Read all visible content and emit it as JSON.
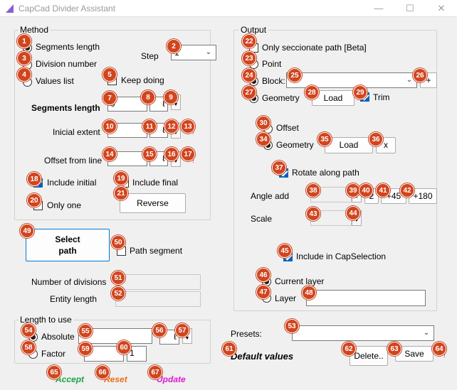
{
  "window": {
    "title": "CapCad Divider Assistant",
    "minimize": "—",
    "maximize": "☐",
    "close": "✕"
  },
  "method": {
    "title": "Method",
    "segments_length": "Segments length",
    "division_number": "Division number",
    "values_list": "Values list",
    "step_label": "Step",
    "step_value": "1",
    "keep_doing": "Keep doing",
    "segments_length_label": "Segments length",
    "segments_length_value": "0",
    "unit_l": "ℓ",
    "inicial_extent": "Inicial extent",
    "offset_from_line": "Offset from line",
    "include_initial": "Include initial",
    "include_final": "Include final",
    "only_one": "Only one",
    "reverse": "Reverse"
  },
  "output": {
    "title": "Output",
    "only_seccionate": "Only seccionate path [Beta]",
    "point": "Point",
    "block": "Block:",
    "block_plus": "+",
    "geometry": "Geometry",
    "load": "Load",
    "trim": "Trim",
    "offset": "Offset",
    "offset_geometry": "Geometry",
    "offset_load": "Load",
    "offset_x": "x",
    "rotate_along_path": "Rotate along path",
    "angle_add": "Angle add",
    "angle_2": "2",
    "angle_45": "+45",
    "angle_180": "+180",
    "scale": "Scale",
    "include_capselection": "Include in CapSelection",
    "current_layer": "Current layer",
    "layer": "Layer"
  },
  "select_path": "Select path",
  "path_segment": "Path segment",
  "number_of_divisions": "Number of divisions",
  "entity_length": "Entity length",
  "length_to_use": {
    "title": "Length to use",
    "absolute": "Absolute",
    "factor": "Factor",
    "factor_value": "1",
    "unit_l": "ℓ"
  },
  "presets": {
    "label": "Presets:",
    "default_values": "Default values",
    "delete": "Delete..",
    "save": "Save"
  },
  "footer": {
    "accept": "Accept",
    "reset": "Reset",
    "update": "Update"
  },
  "badges": [
    "1",
    "2",
    "3",
    "4",
    "5",
    "6",
    "7",
    "8",
    "9",
    "10",
    "11",
    "12",
    "13",
    "14",
    "15",
    "16",
    "17",
    "18",
    "19",
    "20",
    "21",
    "22",
    "23",
    "24",
    "25",
    "26",
    "27",
    "28",
    "29",
    "30",
    "34",
    "35",
    "36",
    "37",
    "38",
    "39",
    "40",
    "41",
    "42",
    "43",
    "44",
    "45",
    "46",
    "47",
    "48",
    "49",
    "50",
    "51",
    "52",
    "53",
    "54",
    "55",
    "56",
    "57",
    "58",
    "59",
    "60",
    "61",
    "62",
    "63",
    "64",
    "65",
    "66",
    "67"
  ],
  "colors": {
    "badge": "#d1451e",
    "accept": "#1ea34a",
    "reset": "#ef6b1a",
    "update": "#e01bd0",
    "check_on": "#0060c0"
  }
}
